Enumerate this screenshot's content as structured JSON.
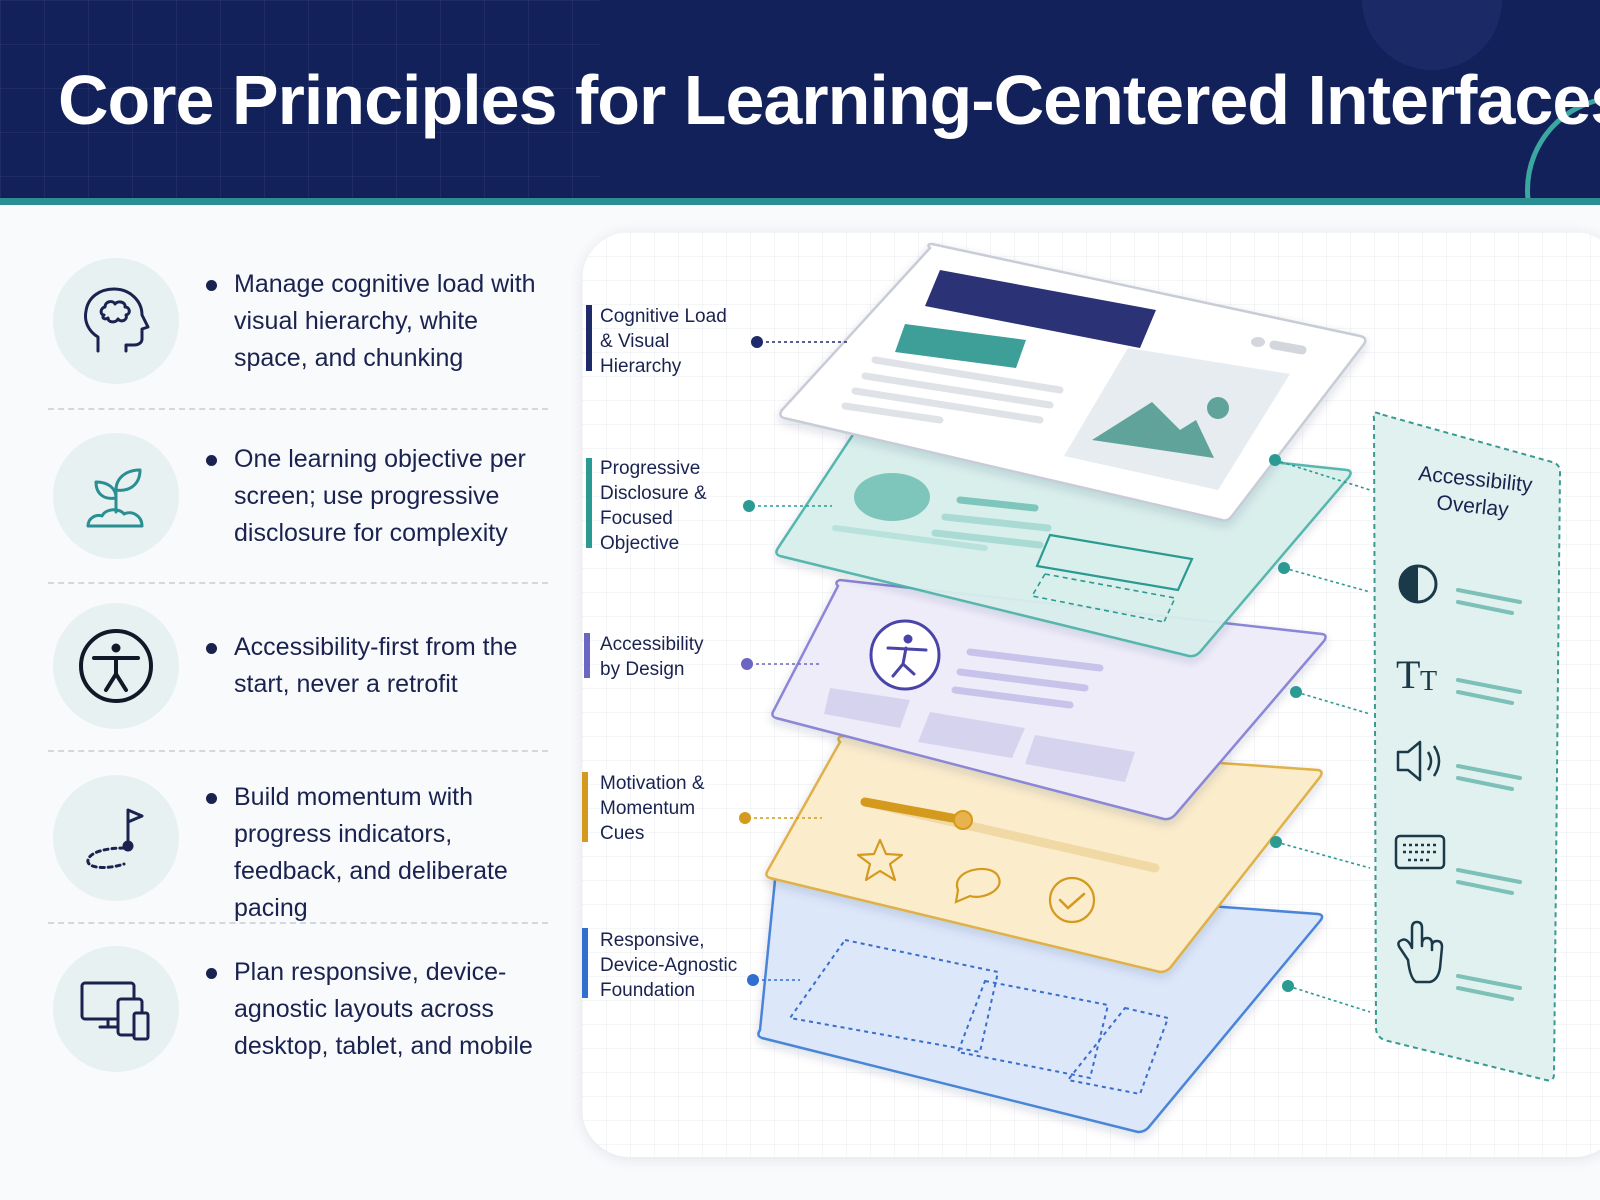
{
  "title": "Core Principles for Learning-Centered Interfaces",
  "principles": [
    {
      "icon": "head-brain-icon",
      "text": "Manage cognitive load with visual hierarchy, white space, and chunking"
    },
    {
      "icon": "sprout-icon",
      "text": "One learning objective per screen; use progressive disclosure for complexity"
    },
    {
      "icon": "accessibility-icon",
      "text": "Accessibility-first from the start, never a retrofit"
    },
    {
      "icon": "flag-path-icon",
      "text": "Build momentum with progress indicators, feedback, and deliberate pacing"
    },
    {
      "icon": "devices-icon",
      "text": "Plan responsive, device-agnostic layouts across desktop, tablet, and mobile"
    }
  ],
  "layers": [
    {
      "label": "Cognitive Load & Visual Hierarchy",
      "color": "#1f2a6b"
    },
    {
      "label": "Progressive Disclosure & Focused Objective",
      "color": "#2a9a92"
    },
    {
      "label": "Accessibility by Design",
      "color": "#6b66c4"
    },
    {
      "label": "Motivation & Momentum Cues",
      "color": "#d49a1e"
    },
    {
      "label": "Responsive, Device-Agnostic Foundation",
      "color": "#2f6fcf"
    }
  ],
  "overlay": {
    "title": "Accessibility Overlay",
    "icons": [
      "contrast-icon",
      "text-size-icon",
      "speaker-icon",
      "keyboard-icon",
      "pointer-hand-icon"
    ]
  },
  "colors": {
    "header": "#13215a",
    "accent_teal": "#2a8f92",
    "text": "#1a2350"
  }
}
